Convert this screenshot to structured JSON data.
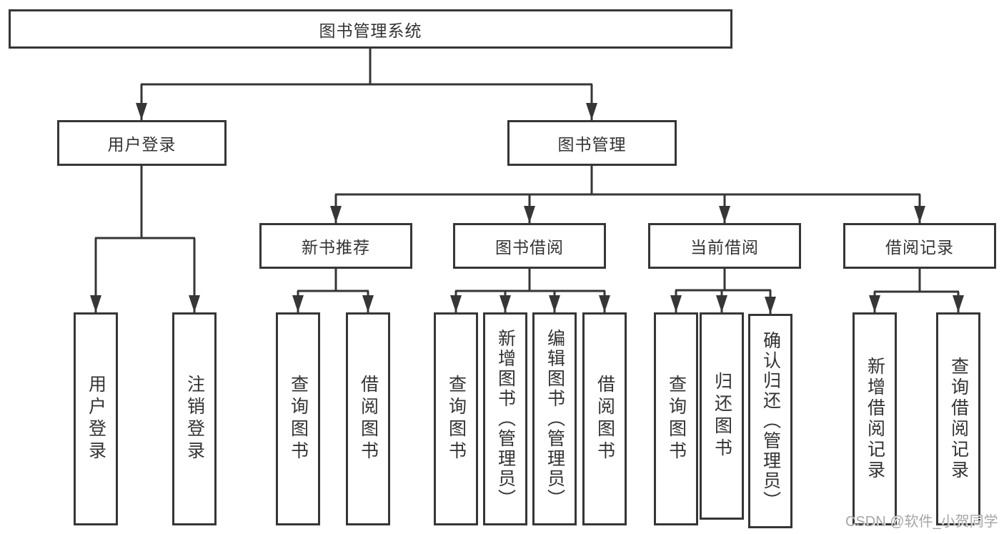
{
  "diagram": {
    "root": "图书管理系统",
    "level2": {
      "user_login": "用户登录",
      "book_management": "图书管理"
    },
    "level3": {
      "new_book_recommend": "新书推荐",
      "book_borrowing": "图书借阅",
      "current_borrowing": "当前借阅",
      "borrowing_records": "借阅记录"
    },
    "leaves": {
      "user_login": "用户登录",
      "logout": "注销登录",
      "recommend_query_books": "查询图书",
      "recommend_borrow_books": "借阅图书",
      "borrow_query_books": "查询图书",
      "borrow_add_books_admin": "新增图书（管理员）",
      "borrow_edit_books_admin": "编辑图书（管理员）",
      "borrow_borrow_books": "借阅图书",
      "current_query_books": "查询图书",
      "current_return_books": "归还图书",
      "current_confirm_return_admin": "确认归还（管理员）",
      "records_add_record": "新增借阅记录",
      "records_query_record": "查询借阅记录"
    }
  },
  "watermark": {
    "text": "CSDN @软件_小贺同学"
  },
  "colors": {
    "line": "#363636",
    "border": "#363636",
    "text": "#333333",
    "background": "#ffffff",
    "watermark": "#a6a6a6"
  }
}
